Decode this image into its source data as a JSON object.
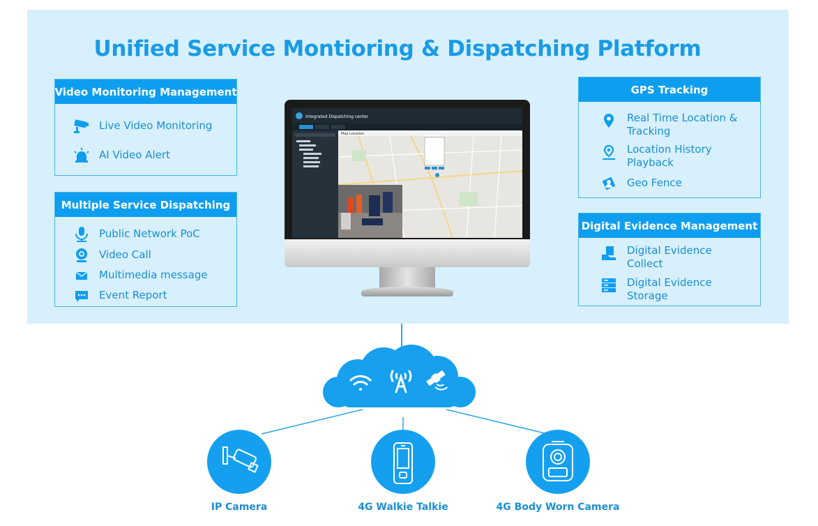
{
  "title": "Unified Service Montioring & Dispatching Platform",
  "colors": {
    "brand_blue": "#0e9ef0",
    "panel_bg": "#d7f0fc",
    "text_blue": "#1a8fd6"
  },
  "video_monitoring": {
    "heading": "Video Monitoring Management",
    "items": [
      {
        "icon": "cctv-camera-icon",
        "label": "Live Video Monitoring"
      },
      {
        "icon": "alarm-light-icon",
        "label": "AI Video Alert"
      }
    ]
  },
  "dispatching": {
    "heading": "Multiple Service Dispatching",
    "items": [
      {
        "icon": "microphone-icon",
        "label": "Public Network PoC"
      },
      {
        "icon": "webcam-icon",
        "label": "Video Call"
      },
      {
        "icon": "envelope-icon",
        "label": "Multimedia message"
      },
      {
        "icon": "chat-report-icon",
        "label": "Event Report"
      }
    ]
  },
  "gps": {
    "heading": "GPS Tracking",
    "items": [
      {
        "icon": "map-pin-icon",
        "label_1": "Real Time Location &",
        "label_2": "Tracking"
      },
      {
        "icon": "location-history-icon",
        "label_1": "Location History",
        "label_2": "Playback"
      },
      {
        "icon": "geo-fence-icon",
        "label_1": "Geo Fence",
        "label_2": ""
      }
    ]
  },
  "evidence": {
    "heading": "Digital Evidence Management",
    "items": [
      {
        "icon": "evidence-collect-icon",
        "label_1": "Digital Evidence",
        "label_2": "Collect"
      },
      {
        "icon": "server-storage-icon",
        "label_1": "Digital Evidence",
        "label_2": "Storage"
      }
    ]
  },
  "screen": {
    "app_title": "Integrated Dispatching center",
    "tab_map": "Map",
    "tab_location": "Location"
  },
  "cloud_icons": [
    "wifi-icon",
    "antenna-signal-icon",
    "satellite-icon"
  ],
  "devices": [
    {
      "icon": "ip-camera-icon",
      "label": "IP Camera"
    },
    {
      "icon": "walkie-talkie-icon",
      "label": "4G Walkie Talkie"
    },
    {
      "icon": "body-camera-icon",
      "label": "4G Body Worn Camera"
    }
  ]
}
